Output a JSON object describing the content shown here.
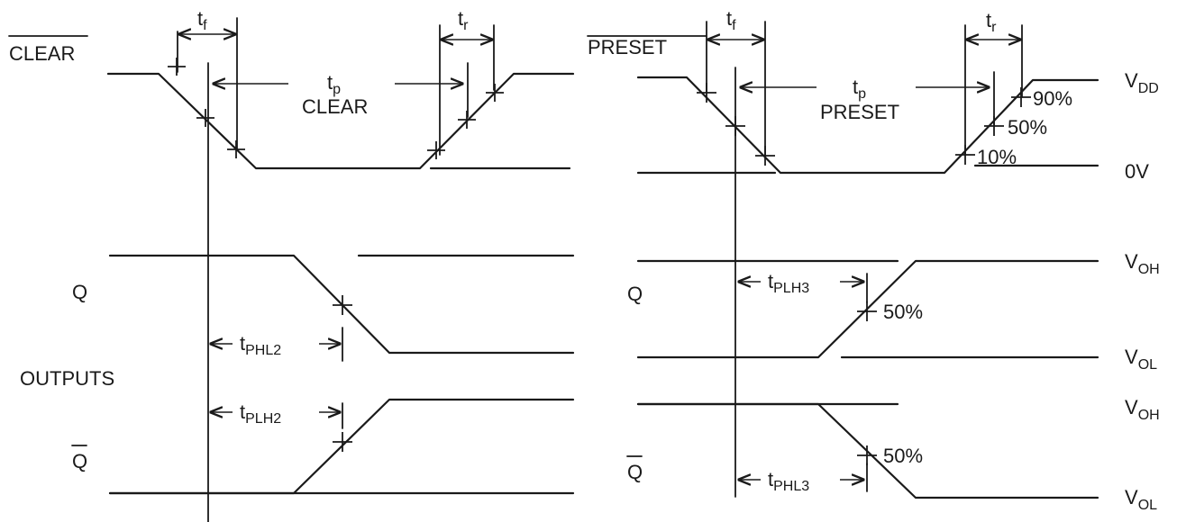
{
  "left": {
    "input_label": "CLEAR",
    "tf": {
      "main": "t",
      "sub": "f"
    },
    "tr": {
      "main": "t",
      "sub": "r"
    },
    "tp": {
      "main": "t",
      "sub": "p"
    },
    "tp_name": "CLEAR",
    "q_label": "Q",
    "qbar_label": "Q",
    "outputs_label": "OUTPUTS",
    "tphl": {
      "main": "t",
      "sub": "PHL2"
    },
    "tplh": {
      "main": "t",
      "sub": "PLH2"
    }
  },
  "right": {
    "input_label": "PRESET",
    "tf": {
      "main": "t",
      "sub": "f"
    },
    "tr": {
      "main": "t",
      "sub": "r"
    },
    "tp": {
      "main": "t",
      "sub": "p"
    },
    "tp_name": "PRESET",
    "q_label": "Q",
    "qbar_label": "Q",
    "tplh": {
      "main": "t",
      "sub": "PLH3"
    },
    "tphl": {
      "main": "t",
      "sub": "PHL3"
    },
    "pct_90": "90%",
    "pct_50": "50%",
    "pct_10": "10%",
    "q_50": "50%",
    "qbar_50": "50%"
  },
  "levels": {
    "vdd": {
      "main": "V",
      "sub": "DD"
    },
    "zero": "0V",
    "voh1": {
      "main": "V",
      "sub": "OH"
    },
    "vol1": {
      "main": "V",
      "sub": "OL"
    },
    "voh2": {
      "main": "V",
      "sub": "OH"
    },
    "vol2": {
      "main": "V",
      "sub": "OL"
    }
  }
}
